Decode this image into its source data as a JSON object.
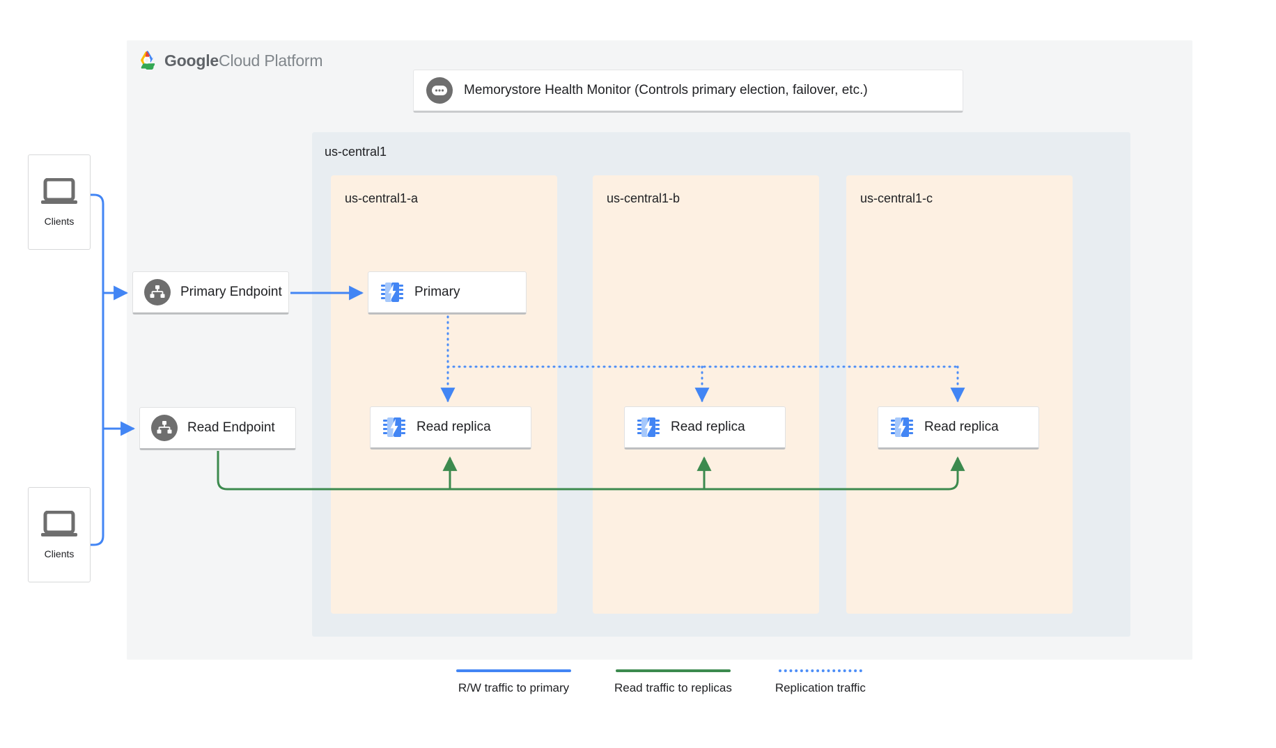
{
  "platform": {
    "brand_bold": "Google",
    "brand_light": "Cloud Platform",
    "logo_icon": "gcp-hexagon-logo"
  },
  "health_monitor": {
    "icon": "monitor-dots-icon",
    "label": "Memorystore Health Monitor (Controls primary election, failover, etc.)"
  },
  "region": {
    "label": "us-central1",
    "zones": [
      {
        "label": "us-central1-a"
      },
      {
        "label": "us-central1-b"
      },
      {
        "label": "us-central1-c"
      }
    ]
  },
  "endpoints": [
    {
      "label": "Primary Endpoint",
      "icon": "network-hierarchy-icon"
    },
    {
      "label": "Read Endpoint",
      "icon": "network-hierarchy-icon"
    }
  ],
  "instances": {
    "primary": {
      "label": "Primary",
      "icon": "memorystore-chip-icon"
    },
    "replicas": [
      {
        "label": "Read replica",
        "icon": "memorystore-chip-icon"
      },
      {
        "label": "Read replica",
        "icon": "memorystore-chip-icon"
      },
      {
        "label": "Read replica",
        "icon": "memorystore-chip-icon"
      }
    ]
  },
  "clients": [
    {
      "label": "Clients",
      "icon": "laptop-icon"
    },
    {
      "label": "Clients",
      "icon": "laptop-icon"
    }
  ],
  "legend": [
    {
      "label": "R/W traffic to primary",
      "color": "#4285f4",
      "style": "solid"
    },
    {
      "label": "Read traffic to replicas",
      "color": "#3c8a4e",
      "style": "solid"
    },
    {
      "label": "Replication traffic",
      "color": "#4d8ef7",
      "style": "dotted"
    }
  ],
  "colors": {
    "canvas": "#f4f5f6",
    "region_bg": "#e8edf1",
    "zone_bg": "#fdf0e2",
    "rw_traffic": "#4285f4",
    "read_traffic": "#3c8a4e",
    "replication": "#4d8ef7",
    "icon_gray": "#6e6e6e",
    "chip_blue": "#4285f4",
    "chip_blue_light": "#a6c8fb"
  }
}
